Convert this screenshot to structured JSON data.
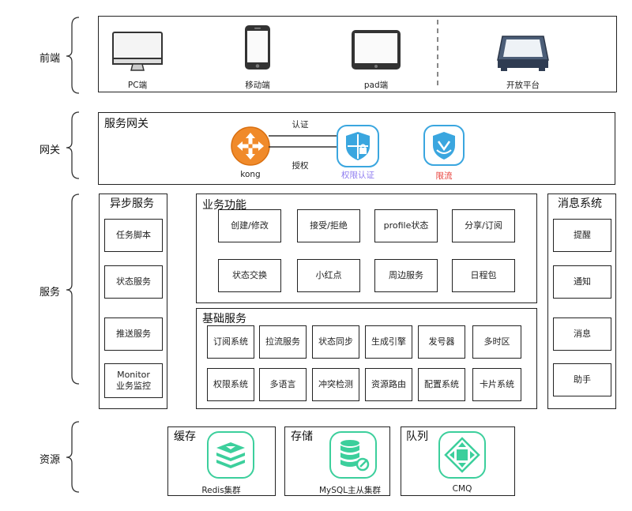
{
  "layers": {
    "frontend": "前端",
    "gateway": "网关",
    "service": "服务",
    "resource": "资源"
  },
  "frontend": {
    "pc": "PC端",
    "mobile": "移动端",
    "pad": "pad端",
    "open": "开放平台"
  },
  "gateway": {
    "title": "服务网关",
    "kong": "kong",
    "auth_top": "认证",
    "auth_bottom": "授权",
    "permission": "权限认证",
    "ratelimit": "限流",
    "colors": {
      "kong": "#f08a2a",
      "shield": "#3aa6df",
      "permission_text": "#8e7cf0",
      "ratelimit_text": "#e8403a"
    }
  },
  "async": {
    "title": "异步服务",
    "items": [
      "任务脚本",
      "状态服务",
      "推送服务",
      "Monitor\n业务监控"
    ]
  },
  "business": {
    "title": "业务功能",
    "row1": [
      "创建/修改",
      "接受/拒绝",
      "profile状态",
      "分享/订阅"
    ],
    "row2": [
      "状态交换",
      "小红点",
      "周边服务",
      "日程包"
    ]
  },
  "base": {
    "title": "基础服务",
    "row1": [
      "订阅系统",
      "拉流服务",
      "状态同步",
      "生成引擎",
      "发号器",
      "多时区"
    ],
    "row2": [
      "权限系统",
      "多语言",
      "冲突检测",
      "资源路由",
      "配置系统",
      "卡片系统"
    ]
  },
  "message": {
    "title": "消息系统",
    "items": [
      "提醒",
      "通知",
      "消息",
      "助手"
    ]
  },
  "resources": {
    "cache_title": "缓存",
    "cache_label": "Redis集群",
    "storage_title": "存储",
    "storage_label": "MySQL主从集群",
    "queue_title": "队列",
    "queue_label": "CMQ",
    "icon_color": "#3ccf9c"
  }
}
